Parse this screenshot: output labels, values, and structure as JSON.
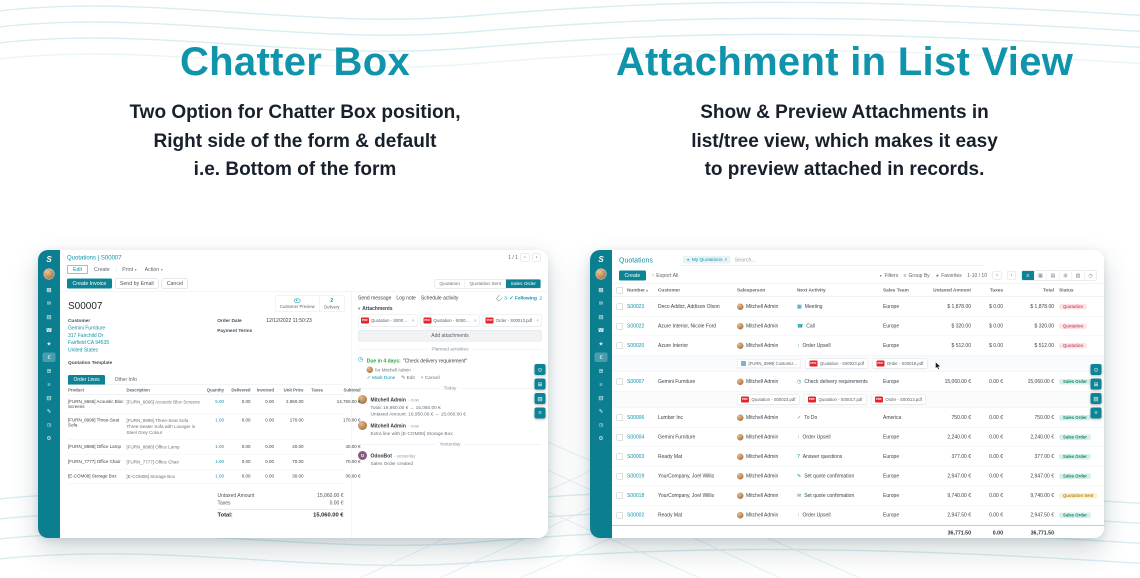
{
  "colors": {
    "accent": "#0f93a8",
    "sidebar": "#0b7e90",
    "pdf_red": "#e5252a"
  },
  "glyphs": {
    "close": "×",
    "pdf": "PDF",
    "sort": "▴"
  },
  "hero": {
    "left": {
      "title": "Chatter Box",
      "lines": [
        "Two Option for Chatter Box position,",
        "Right side of the form & default",
        "i.e. Bottom of the form"
      ]
    },
    "right": {
      "title": "Attachment in List View",
      "lines": [
        "Show & Preview Attachments in",
        "list/tree view, which makes it easy",
        "to preview attached in records."
      ]
    }
  },
  "sidebar": {
    "logo": "S",
    "icons": [
      {
        "name": "apps-menu-icon",
        "glyph": "▦"
      },
      {
        "name": "discuss-icon",
        "glyph": "✉"
      },
      {
        "name": "calendar-icon",
        "glyph": "▤"
      },
      {
        "name": "contacts-icon",
        "glyph": "☎"
      },
      {
        "name": "crm-icon",
        "glyph": "★"
      },
      {
        "name": "sales-icon",
        "glyph": "€",
        "active": true
      },
      {
        "name": "dashboard-icon",
        "glyph": "⊞"
      },
      {
        "name": "accounting-icon",
        "glyph": "≡"
      },
      {
        "name": "inventory-icon",
        "glyph": "▥"
      },
      {
        "name": "purchase-icon",
        "glyph": "✎"
      },
      {
        "name": "activity-icon",
        "glyph": "◷"
      },
      {
        "name": "settings-icon",
        "glyph": "⚙"
      }
    ]
  },
  "edge_buttons": [
    {
      "name": "edge-search-button",
      "glyph": "⊙"
    },
    {
      "name": "edge-kanban-button",
      "glyph": "⊞"
    },
    {
      "name": "edge-docs-button",
      "glyph": "▤"
    },
    {
      "name": "edge-menu-button",
      "glyph": "≡"
    }
  ],
  "form_app": {
    "breadcrumb": "Quotations | S00007",
    "control": {
      "edit": "Edit",
      "create": "Create",
      "print": "Print",
      "action": "Action",
      "pager": "1 / 1"
    },
    "header": {
      "create_invoice": "Create Invoice",
      "send_by_email": "Send by Email",
      "cancel": "Cancel",
      "statusbar": [
        "Quotation",
        "Quotation Sent",
        "Sales Order"
      ],
      "active_status": "Sales Order"
    },
    "smart_buttons": {
      "customer_preview": "Customer Preview",
      "delivery_count": "2",
      "delivery_label": "Delivery"
    },
    "record_name": "S00007",
    "fields": {
      "customer_label": "Customer",
      "customer_lines": [
        "Gemini Furniture",
        "317 Fairchild Dr",
        "Fairfield CA 94535",
        "United States"
      ],
      "order_date_label": "Order Date",
      "order_date": "12/12/2022 11:50:23",
      "payment_terms_label": "Payment Terms",
      "quotation_template_label": "Quotation Template"
    },
    "tabs": {
      "order_lines": "Order Lines",
      "other_info": "Other Info"
    },
    "table": {
      "columns": [
        "Product",
        "Description",
        "Quantity",
        "Delivered",
        "Invoiced",
        "Unit Price",
        "Taxes",
        "Subtotal"
      ],
      "rows": [
        {
          "product": "[FURN_6666] Acoustic Bloc Screens",
          "description": "[FURN_6666] Acoustic Bloc Screens",
          "quantity": "5.00",
          "delivered": "0.00",
          "invoiced": "0.00",
          "unit_price": "2,950.00",
          "taxes": "",
          "subtotal": "14,750.00 €"
        },
        {
          "product": "[FURN_8999] Three-Seat Sofa",
          "description": "[FURN_8999] Three-Seat Sofa\nThree-Seater Sofa with Lounger in Steel Grey Colour",
          "quantity": "1.00",
          "delivered": "0.00",
          "invoiced": "0.00",
          "unit_price": "170.00",
          "taxes": "",
          "subtotal": "170.00 €"
        },
        {
          "product": "[FURN_8888] Office Lamp",
          "description": "[FURN_8888] Office Lamp",
          "quantity": "1.00",
          "delivered": "0.00",
          "invoiced": "0.00",
          "unit_price": "40.00",
          "taxes": "",
          "subtotal": "40.00 €"
        },
        {
          "product": "[FURN_7777] Office Chair",
          "description": "[FURN_7777] Office Chair",
          "quantity": "1.00",
          "delivered": "0.00",
          "invoiced": "0.00",
          "unit_price": "70.00",
          "taxes": "",
          "subtotal": "70.00 €"
        },
        {
          "product": "[E-COM08] Storage Box",
          "description": "[E-COM08] Storage Box",
          "quantity": "1.00",
          "delivered": "0.00",
          "invoiced": "0.00",
          "unit_price": "30.00",
          "taxes": "",
          "subtotal": "30.00 €"
        }
      ],
      "totals": {
        "untaxed_label": "Untaxed Amount",
        "untaxed": "15,060.00 €",
        "taxes_label": "Taxes",
        "taxes": "0.00 €",
        "total_label": "Total:",
        "total": "15,060.00 €"
      }
    },
    "chatter": {
      "send_message": "Send message",
      "log_note": "Log note",
      "schedule_activity": "Schedule activity",
      "attach_count": "3",
      "following": "Following",
      "followers": "2",
      "attachments_header": "Attachments",
      "attachments": [
        "Quotation - S00023.pdf",
        "Quotation - S00012.pdf",
        "Order - S00013.pdf"
      ],
      "add_attachments": "Add attachments",
      "planned_header": "Planned activities",
      "activity": {
        "due": "Due in 4 days:",
        "title": "\"Check delivery requirement\"",
        "assignee": "for Mitchell Admin",
        "mark_done": "Mark Done",
        "edit": "Edit",
        "cancel": "Cancel"
      },
      "divider_today": "Today",
      "messages": [
        {
          "author": "Mitchell Admin",
          "time": "- now",
          "lines": [
            "Total: 16,950.00 € → 15,060.00 €",
            "Untaxed Amount: 16,950.00 € → 15,060.00 €"
          ]
        },
        {
          "author": "Mitchell Admin",
          "time": "- now",
          "lines": [
            "Extra line with [E-COM08] Storage Box"
          ]
        }
      ],
      "divider_yesterday": "Yesterday",
      "bot": {
        "author": "OdooBot",
        "time": "- yesterday",
        "lines": [
          "Sales Order created"
        ]
      }
    }
  },
  "list_app": {
    "title": "Quotations",
    "search": {
      "facet": "My Quotations",
      "placeholder": "Search..."
    },
    "buttons": {
      "create": "Create",
      "export": "Export All",
      "filters": "Filters",
      "group_by": "Group By",
      "favorites": "Favorites",
      "pager": "1-10 / 10"
    },
    "views": [
      {
        "name": "view-list-button",
        "glyph": "≡",
        "active": true
      },
      {
        "name": "view-kanban-button",
        "glyph": "▦"
      },
      {
        "name": "view-calendar-button",
        "glyph": "▤"
      },
      {
        "name": "view-pivot-button",
        "glyph": "⊞"
      },
      {
        "name": "view-graph-button",
        "glyph": "▥"
      },
      {
        "name": "view-activity-button",
        "glyph": "◷"
      }
    ],
    "columns": [
      "Number",
      "Customer",
      "Salesperson",
      "Next Activity",
      "Sales Team",
      "Untaxed Amount",
      "Taxes",
      "Total",
      "Status"
    ],
    "activity_icons": {
      "meeting": "▦",
      "call": "☎",
      "upsell": "↑",
      "clock": "◷",
      "todo": "✓",
      "question": "?",
      "edit": "✎",
      "email": "✉"
    },
    "rows": [
      {
        "number": "S00023",
        "customer": "Deco Addict, Addison Olson",
        "salesperson": "Mitchell Admin",
        "activity_type": "meeting",
        "activity": "Meeting",
        "team": "Europe",
        "untaxed": "$ 1,878.00",
        "taxes": "$ 0.00",
        "total": "$ 1,878.00",
        "status": "Quotation",
        "status_type": "quotation"
      },
      {
        "number": "S00022",
        "customer": "Azure Interior, Nicole Ford",
        "salesperson": "Mitchell Admin",
        "activity_type": "call",
        "activity": "Call",
        "team": "Europe",
        "untaxed": "$ 320.00",
        "taxes": "$ 0.00",
        "total": "$ 320.00",
        "status": "Quotation",
        "status_type": "quotation"
      },
      {
        "number": "S00020",
        "customer": "Azure Interior",
        "salesperson": "Mitchell Admin",
        "activity_type": "upsell",
        "activity": "Order Upsell",
        "team": "Europe",
        "untaxed": "$ 512.00",
        "taxes": "$ 0.00",
        "total": "$ 512.00",
        "status": "Quotation",
        "status_type": "quotation",
        "attachments": [
          {
            "kind": "img",
            "label": "[FURN_8999] Customiz..."
          },
          {
            "kind": "pdf",
            "label": "Quotation - S00023.pdf"
          },
          {
            "kind": "pdf",
            "label": "Order - S00019.pdf"
          }
        ],
        "cursor": true
      },
      {
        "number": "S00007",
        "customer": "Gemini Furniture",
        "salesperson": "Mitchell Admin",
        "activity_type": "clock",
        "activity": "Check delivery requirements",
        "team": "Europe",
        "untaxed": "15,060.00 €",
        "taxes": "0.00 €",
        "total": "15,060.00 €",
        "status": "Sales Order",
        "status_type": "sale",
        "attachments": [
          {
            "kind": "pdf",
            "label": "Quotation - S00023.pdf"
          },
          {
            "kind": "pdf",
            "label": "Quotation - S00017.pdf"
          },
          {
            "kind": "pdf",
            "label": "Order - S00013.pdf"
          }
        ]
      },
      {
        "number": "S00006",
        "customer": "Lumber Inc",
        "salesperson": "Mitchell Admin",
        "activity_type": "todo",
        "activity": "To Do",
        "team": "America",
        "untaxed": "750.00 €",
        "taxes": "0.00 €",
        "total": "750.00 €",
        "status": "Sales Order",
        "status_type": "sale"
      },
      {
        "number": "S00004",
        "customer": "Gemini Furniture",
        "salesperson": "Mitchell Admin",
        "activity_type": "upsell",
        "activity": "Order Upsell",
        "team": "Europe",
        "untaxed": "2,240.00 €",
        "taxes": "0.00 €",
        "total": "2,240.00 €",
        "status": "Sales Order",
        "status_type": "sale"
      },
      {
        "number": "S00003",
        "customer": "Ready Mat",
        "salesperson": "Mitchell Admin",
        "activity_type": "question",
        "activity": "Answer questions",
        "team": "Europe",
        "untaxed": "377.00 €",
        "taxes": "0.00 €",
        "total": "377.00 €",
        "status": "Sales Order",
        "status_type": "sale"
      },
      {
        "number": "S00019",
        "customer": "YourCompany, Joel Willis",
        "salesperson": "Mitchell Admin",
        "activity_type": "edit",
        "activity": "Set quote confirmation",
        "team": "Europe",
        "untaxed": "2,947.00 €",
        "taxes": "0.00 €",
        "total": "2,947.00 €",
        "status": "Sales Order",
        "status_type": "sale"
      },
      {
        "number": "S00018",
        "customer": "YourCompany, Joel Willis",
        "salesperson": "Mitchell Admin",
        "activity_type": "email",
        "activity": "Set quote confirmation",
        "team": "Europe",
        "untaxed": "9,740.00 €",
        "taxes": "0.00 €",
        "total": "9,740.00 €",
        "status": "Quotation Sent",
        "status_type": "sent"
      },
      {
        "number": "S00002",
        "customer": "Ready Mat",
        "salesperson": "Mitchell Admin",
        "activity_type": "upsell",
        "activity": "Order Upsell",
        "team": "Europe",
        "untaxed": "2,947.50 €",
        "taxes": "0.00 €",
        "total": "2,947.50 €",
        "status": "Sales Order",
        "status_type": "sale"
      }
    ],
    "footer": {
      "untaxed": "36,771.50",
      "taxes": "0.00",
      "total": "36,771.50"
    }
  }
}
